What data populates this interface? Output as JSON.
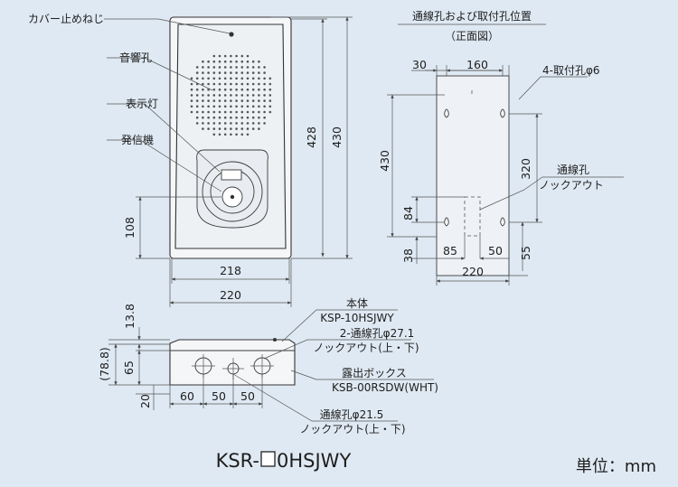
{
  "labels": {
    "cover_screw": "カバー止めねじ",
    "sound_hole": "音響孔",
    "indicator": "表示灯",
    "transmitter": "発信機",
    "front_title": "通線孔および取付孔位置",
    "front_subtitle": "（正面図）",
    "mount_holes": "4-取付孔φ6",
    "wire_hole_1": "通線孔",
    "wire_hole_2": "ノックアウト",
    "main_body_1": "本体",
    "main_body_2": "KSP-10HSJWY",
    "knockout_271_1": "2-通線孔φ27.1",
    "knockout_271_2": "ノックアウト(上・下)",
    "box_1": "露出ボックス",
    "box_2": "KSB-00RSDW(WHT)",
    "knockout_215_1": "通線孔φ21.5",
    "knockout_215_2": "ノックアウト(上・下)"
  },
  "dims": {
    "h428": "428",
    "h430": "430",
    "h108": "108",
    "w218": "218",
    "w220": "220",
    "f30": "30",
    "f160": "160",
    "f430": "430",
    "f320": "320",
    "f84": "84",
    "f38": "38",
    "f85": "85",
    "f50": "50",
    "f55": "55",
    "f220": "220",
    "s138": "13.8",
    "s788": "(78.8)",
    "s65": "65",
    "s20": "20",
    "s60": "60",
    "s50a": "50",
    "s50b": "50"
  },
  "model": {
    "prefix": "KSR-",
    "suffix": "0HSJWY"
  },
  "unit": "単位：mm"
}
